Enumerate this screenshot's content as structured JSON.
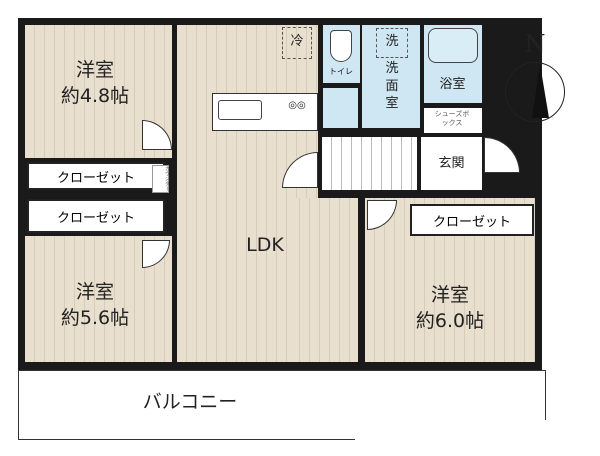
{
  "rooms": {
    "western1": {
      "name": "洋室",
      "size": "約4.8帖"
    },
    "western2": {
      "name": "洋室",
      "size": "約5.6帖"
    },
    "western3": {
      "name": "洋室",
      "size": "約6.0帖"
    },
    "ldk": "LDK",
    "balcony": "バルコニー",
    "toilet": "トイレ",
    "washroom": "洗面室",
    "bath": "浴室",
    "shoebox": "シューズボックス",
    "entrance": "玄関",
    "closet1": "クローゼット",
    "closet2": "クローゼット",
    "closet3": "クローゼット",
    "counter": "カウンター",
    "fridge": "冷",
    "washer": "洗"
  },
  "compass": {
    "label": "N"
  },
  "colors": {
    "room": "#e9dfcf",
    "wet": "#cfe6f3",
    "wall": "#1a1a1a"
  }
}
